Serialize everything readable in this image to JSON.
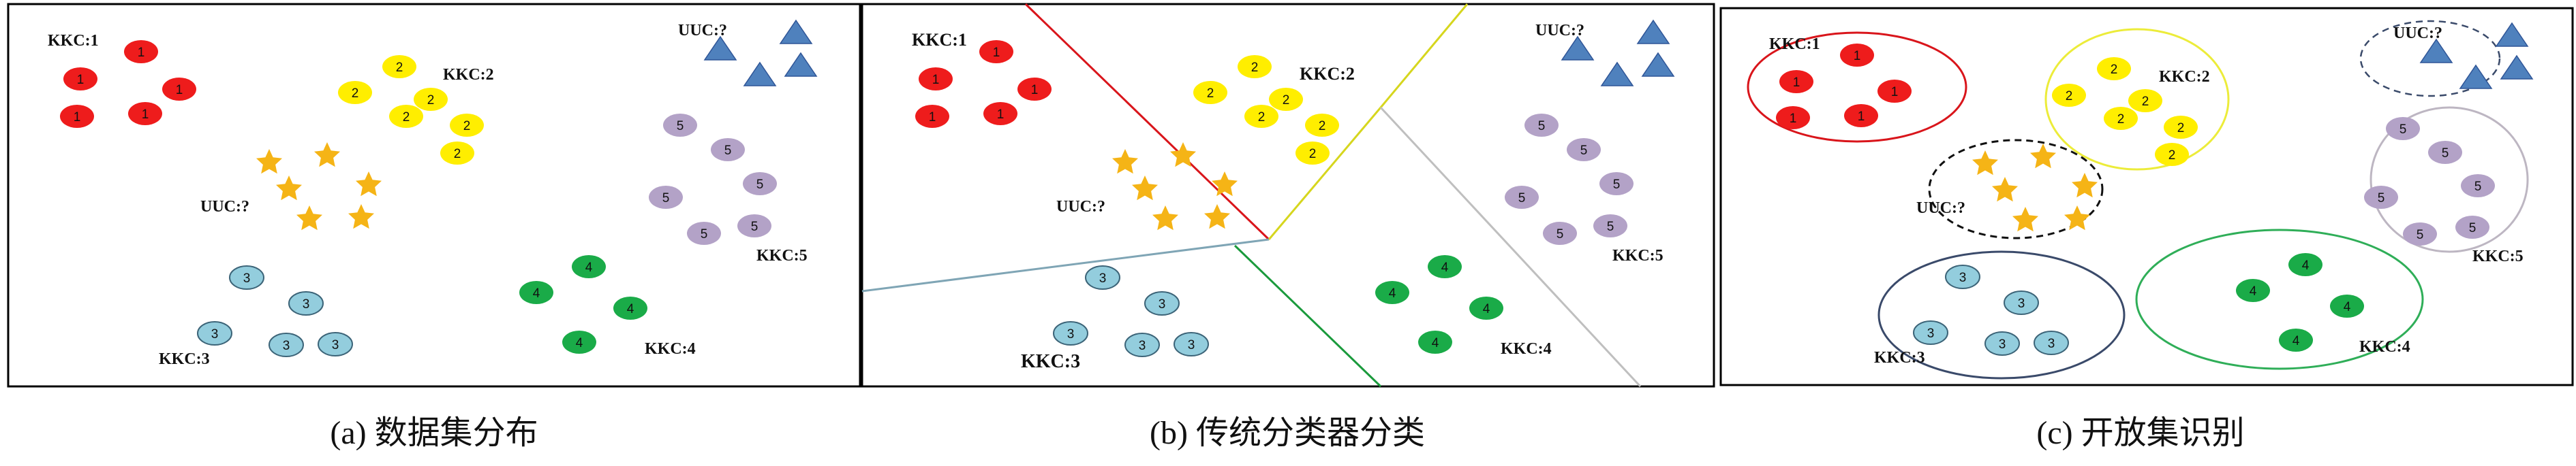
{
  "colors": {
    "kkc1": "#ee1c1c",
    "kkc2": "#ffee00",
    "kkc3": "#93cddd",
    "kkc4": "#1aab48",
    "kkc5": "#b3a2c7",
    "uuc_star": "#f5b416",
    "uuc_triangle": "#4f81bd",
    "boundary_red": "#d9151b",
    "boundary_yellow": "#d6d61e",
    "boundary_gray": "#bfbfbf",
    "boundary_teal": "#7fa5b5",
    "boundary_green": "#1a9a3c",
    "circle_red": "#d9151b",
    "circle_yellow": "#ecec3a",
    "circle_gray": "#bdb6c2",
    "circle_navy": "#3a4a6a",
    "circle_green": "#2fae58"
  },
  "panels": [
    {
      "caption": "(a) 数据集分布",
      "labels": {
        "kkc1": "KKC:1",
        "kkc2": "KKC:2",
        "kkc3": "KKC:3",
        "kkc4": "KKC:4",
        "kkc5": "KKC:5",
        "uuc_stars": "UUC:?",
        "uuc_triangles": "UUC:?"
      },
      "node_text": {
        "kkc1": "1",
        "kkc2": "2",
        "kkc3": "3",
        "kkc4": "4",
        "kkc5": "5"
      }
    },
    {
      "caption": "(b) 传统分类器分类",
      "labels": {
        "kkc1": "KKC:1",
        "kkc2": "KKC:2",
        "kkc3": "KKC:3",
        "kkc4": "KKC:4",
        "kkc5": "KKC:5",
        "uuc_stars": "UUC:?",
        "uuc_triangles": "UUC:?"
      },
      "node_text": {
        "kkc1": "1",
        "kkc2": "2",
        "kkc3": "3",
        "kkc4": "4",
        "kkc5": "5"
      }
    },
    {
      "caption": "(c) 开放集识别",
      "labels": {
        "kkc1": "KKC:1",
        "kkc2": "KKC:2",
        "kkc3": "KKC:3",
        "kkc4": "KKC:4",
        "kkc5": "KKC:5",
        "uuc_stars": "UUC:?",
        "uuc_triangles": "UUC:?"
      },
      "node_text": {
        "kkc1": "1",
        "kkc2": "2",
        "kkc3": "3",
        "kkc4": "4",
        "kkc5": "5"
      }
    }
  ]
}
